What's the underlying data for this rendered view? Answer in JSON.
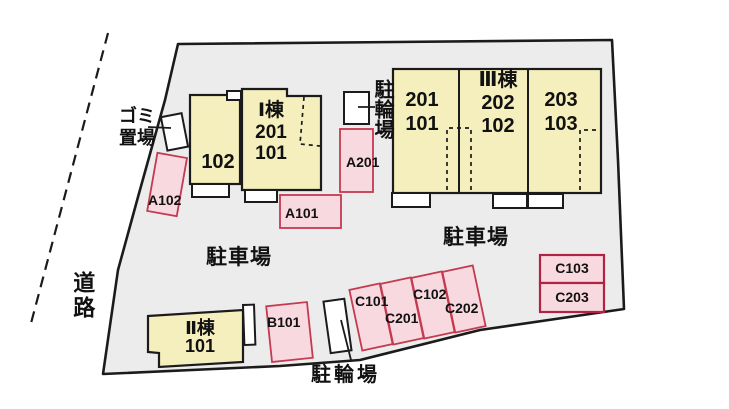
{
  "areas": {
    "road": "道路",
    "garbage": {
      "line1": "ゴミ",
      "line2": "置場"
    },
    "bicycle_top": "駐輪場",
    "bicycle_bottom": "駐輪場",
    "parking_left": "駐車場",
    "parking_right": "駐車場"
  },
  "buildings": {
    "building_102": {
      "label": "102"
    },
    "building_1": {
      "name": "Ⅰ棟",
      "units": [
        "201",
        "101"
      ]
    },
    "building_2": {
      "name": "Ⅱ棟",
      "units": [
        "101"
      ]
    },
    "building_3": {
      "name": "Ⅲ棟",
      "sections": [
        {
          "units": [
            "201",
            "101"
          ]
        },
        {
          "units": [
            "202",
            "102"
          ]
        },
        {
          "units": [
            "203",
            "103"
          ]
        }
      ]
    }
  },
  "parking_spaces": {
    "A101": "A101",
    "A102": "A102",
    "A201": "A201",
    "B101": "B101",
    "C101": "C101",
    "C201": "C201",
    "C102": "C102",
    "C202": "C202",
    "C103": "C103",
    "C203": "C203"
  },
  "colors": {
    "site_fill": "#ececec",
    "building_fill": "#f5efbd",
    "space_fill": "#f9d9e0",
    "space_border": "#c43a50",
    "c_box_border": "#b02343",
    "outline": "#1b1b1b",
    "text": "#111111"
  }
}
